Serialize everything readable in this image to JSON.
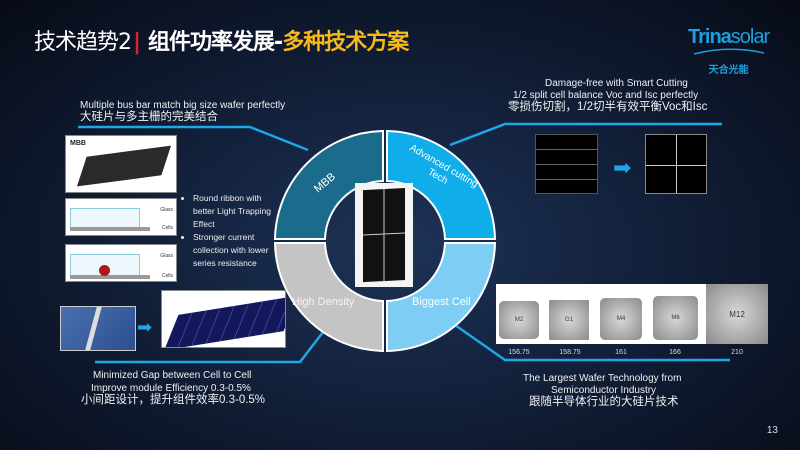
{
  "header": {
    "title_prefix": "技术趋势2",
    "title_main": "组件功率发展-",
    "title_highlight": "多种技术方案"
  },
  "logo": {
    "brand_bold": "Trina",
    "brand_light": "solar",
    "subtitle": "天合光能"
  },
  "mbb": {
    "caption_en": "Multiple bus bar match big size wafer perfectly",
    "caption_cn": "大硅片与多主栅的完美结合",
    "image_label": "MBB",
    "bullets": [
      "Round ribbon with better Light Trapping Effect",
      "Stronger current collection with lower series resistance"
    ],
    "glass_label": "Glass",
    "cells_label": "Cells"
  },
  "cutting": {
    "line1": "Damage-free  with Smart Cutting",
    "line2": "1/2 split cell balance Voc and Isc perfectly",
    "line3": "零损伤切割，1/2切半有效平衡Voc和Isc"
  },
  "ring": {
    "mbb": "MBB",
    "advanced": "Advanced cutting",
    "advanced2": "Tech",
    "density": "High Density",
    "biggest": "Biggest Cell"
  },
  "density": {
    "line1": "Minimized Gap between Cell to Cell",
    "line2": "Improve module Efficiency 0.3-0.5%",
    "line3": "小间距设计，提升组件效率0.3-0.5%"
  },
  "wafers": {
    "items": [
      {
        "name": "M2",
        "size": "156.75"
      },
      {
        "name": "G1",
        "size": "158.75"
      },
      {
        "name": "M4",
        "size": "161"
      },
      {
        "name": "M6",
        "size": "166"
      },
      {
        "name": "M12",
        "size": "210"
      }
    ],
    "line1": "The Largest Wafer Technology  from",
    "line2": "Semiconductor Industry",
    "line3": "跟随半导体行业的大硅片技术"
  },
  "page_number": "13",
  "colors": {
    "mbb": "#1b6c8c",
    "advanced": "#0fadea",
    "density": "#c4c4c4",
    "biggest": "#7ecdf4",
    "accent": "#1ca8e6",
    "highlight": "#f6b81a"
  }
}
